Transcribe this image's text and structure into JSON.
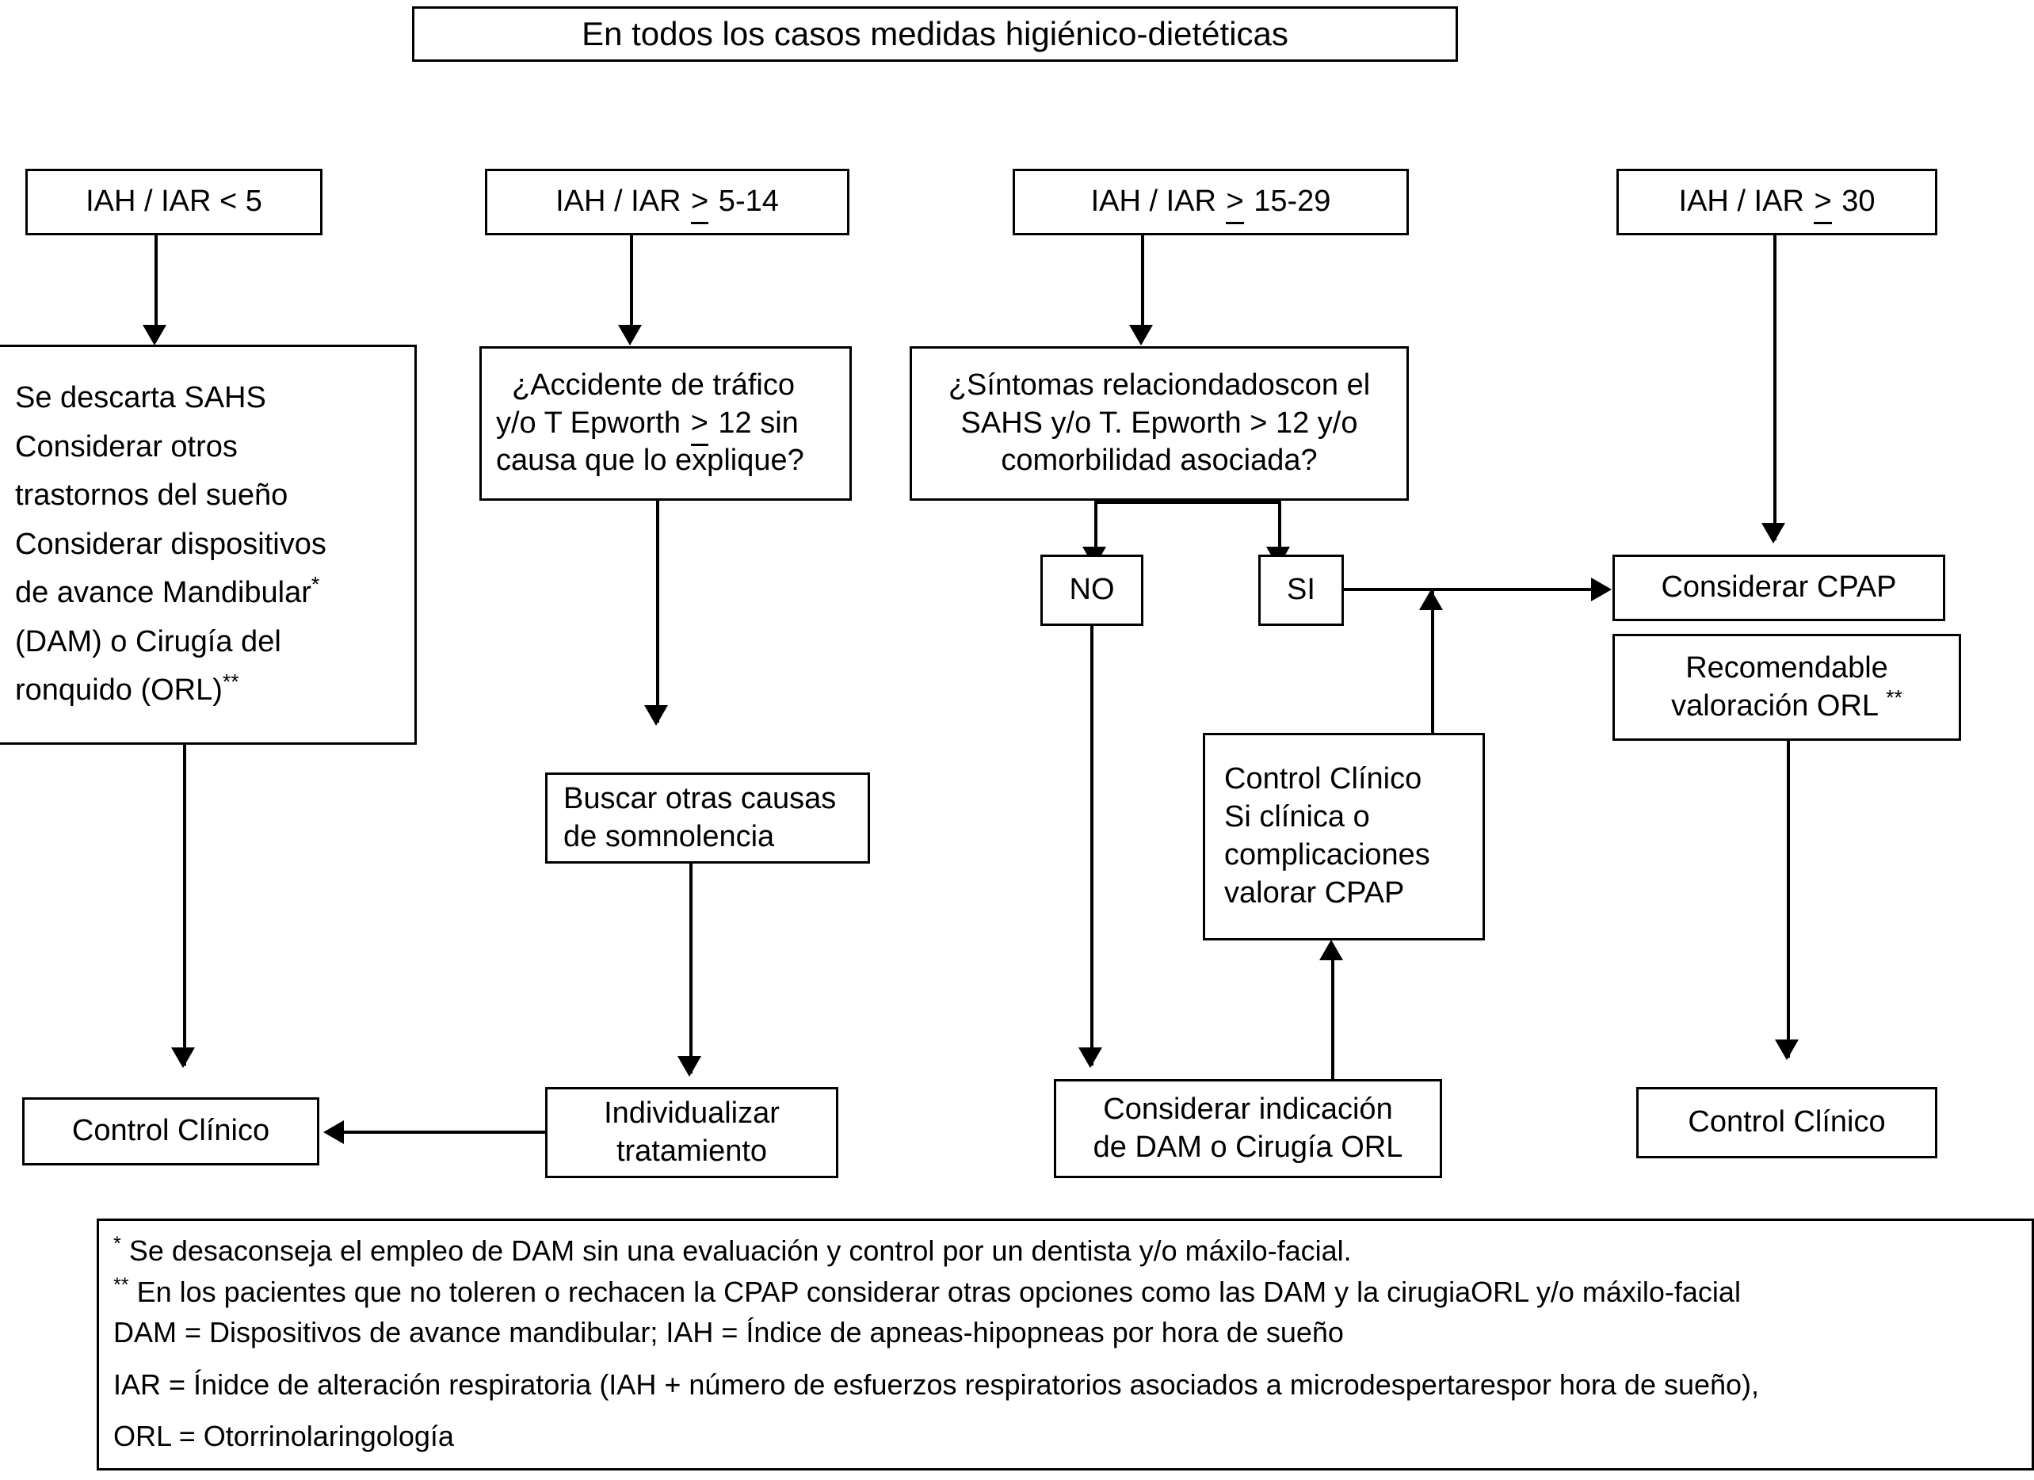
{
  "title_box": {
    "label": "En todos los casos medidas higiénico-dietéticas"
  },
  "columns": [
    {
      "header": {
        "pre": "IAH / IAR < 5"
      },
      "detail": "Se descarta SAHS\nConsiderar otros\ntrastornos del sueño\nConsiderar dispositivos\nde avance Mandibular*\n(DAM) o Cirugía del\nronquido (ORL)**",
      "outcome": "Control Clínico"
    },
    {
      "header": {
        "pre": "IAH / IAR ",
        "op": "≥",
        "post": " 5-14"
      },
      "question": "¿Accidente de tráfico\ny/o T Epworth ≥ 12 sin\ncausa que lo explique?",
      "action": "Buscar otras causas\nde somnolencia",
      "outcome": "Individualizar\ntratamiento"
    },
    {
      "header": {
        "pre": "IAH / IAR ",
        "op": "≥",
        "post": " 15-29"
      },
      "question": "¿Síntomas relaciondadoscon el\nSAHS y/o T. Epworth > 12 y/o\ncomorbilidad asociada?",
      "branch_no": "NO",
      "branch_si": "SI",
      "followup": "Control Clínico\nSi clínica o\ncomplicaciones\nvalorar CPAP",
      "outcome": "Considerar indicación\nde DAM o Cirugía ORL"
    },
    {
      "header": {
        "pre": "IAH / IAR ",
        "op": "≥",
        "post": " 30"
      },
      "treatment": "Considerar CPAP",
      "recommendation": "Recomendable\nvaloración ORL **",
      "outcome": "Control Clínico"
    }
  ],
  "question2_parts": {
    "line1": "¿Accidente de tráfico",
    "line2_pre": "y/o T Epworth ",
    "line2_op": "≥",
    "line2_post": " 12 sin",
    "line3": "causa que lo explique?"
  },
  "detail_col1_parts": {
    "l1": "Se descarta SAHS",
    "l2": "Considerar otros",
    "l3": "trastornos del sueño",
    "l4": "Considerar dispositivos",
    "l5": "de avance Mandibular",
    "l5_sup": "*",
    "l6": "(DAM) o Cirugía del",
    "l7": "ronquido (ORL)",
    "l7_sup": "**"
  },
  "recommendation_parts": {
    "l1": "Recomendable",
    "l2": "valoración ORL ",
    "l2_sup": "**"
  },
  "footnotes": {
    "note1_marker": "*",
    "note1": " Se desaconseja el empleo de DAM sin una evaluación y control por un dentista y/o máxilo-facial.",
    "note2_marker": "**",
    "note2": " En los pacientes que no toleren o rechacen la CPAP considerar otras opciones como las DAM y la cirugiaORL y/o máxilo-facial",
    "note3": "DAM = Dispositivos de avance mandibular; IAH = Índice de apneas-hipopneas por hora de sueño",
    "note4": "IAR = Ínidce de alteración respiratoria (IAH + número de esfuerzos respiratorios asociados a microdespertarespor hora de sueño),",
    "note5": "ORL = Otorrinolaringología"
  },
  "colors": {
    "stroke": "#000000",
    "background": "#ffffff"
  }
}
